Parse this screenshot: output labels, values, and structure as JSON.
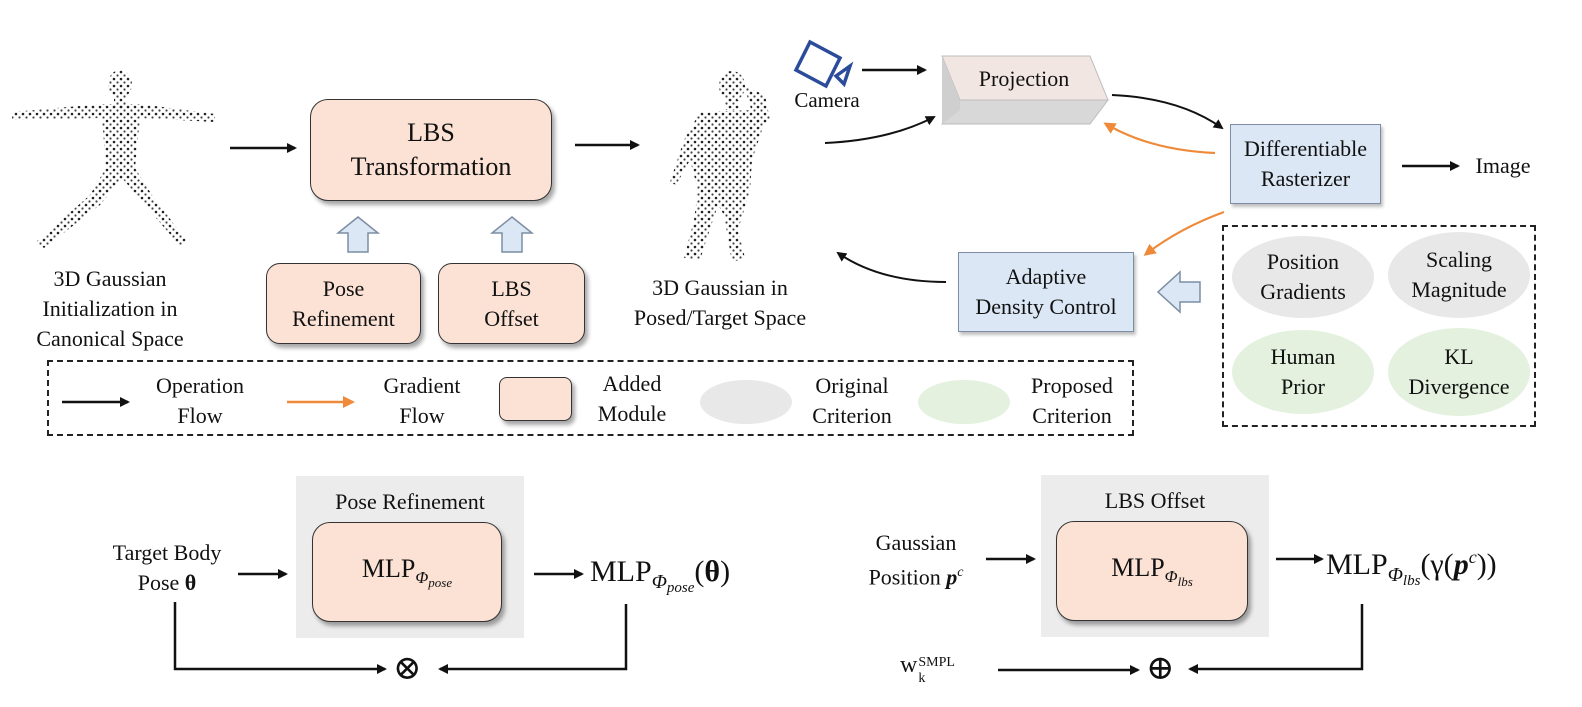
{
  "top": {
    "init_label": [
      "3D Gaussian",
      "Initialization in",
      "Canonical Space"
    ],
    "lbs_transform": [
      "LBS",
      "Transformation"
    ],
    "pose_refinement_box": [
      "Pose",
      "Refinement"
    ],
    "lbs_offset_box": [
      "LBS",
      "Offset"
    ],
    "posed_label": [
      "3D Gaussian in",
      "Posed/Target Space"
    ],
    "camera": "Camera",
    "projection": "Projection",
    "rasterizer": [
      "Differentiable",
      "Rasterizer"
    ],
    "image": "Image",
    "adc": [
      "Adaptive",
      "Density Control"
    ],
    "criteria": {
      "position_gradients": [
        "Position",
        "Gradients"
      ],
      "scaling_magnitude": [
        "Scaling",
        "Magnitude"
      ],
      "human_prior": [
        "Human",
        "Prior"
      ],
      "kl_divergence": [
        "KL",
        "Divergence"
      ]
    }
  },
  "legend": {
    "operation_flow": [
      "Operation",
      "Flow"
    ],
    "gradient_flow": [
      "Gradient",
      "Flow"
    ],
    "added_module": [
      "Added",
      "Module"
    ],
    "original_criterion": [
      "Original",
      "Criterion"
    ],
    "proposed_criterion": [
      "Proposed",
      "Criterion"
    ]
  },
  "bottom_left": {
    "panel_title": "Pose Refinement",
    "input": [
      "Target Body",
      "Pose"
    ],
    "theta": "θ",
    "mlp": "MLP",
    "phi": "Φ",
    "sub": "pose",
    "output_open": "(",
    "output_theta": "θ",
    "output_close": ")",
    "op": "⊗"
  },
  "bottom_right": {
    "panel_title": "LBS Offset",
    "input": [
      "Gaussian",
      "Position"
    ],
    "p": "p",
    "p_sup": "c",
    "mlp": "MLP",
    "phi": "Φ",
    "sub": "lbs",
    "gamma_open": "(γ(",
    "gamma_close": "))",
    "w": "w",
    "w_sub": "k",
    "w_sup": "SMPL",
    "op": "⊕"
  },
  "colors": {
    "module": "#fbe2d5",
    "blue_box": "#dbe7f5",
    "original_criterion": "#e8e8e8",
    "proposed_criterion": "#e3f1de",
    "gradient_arrow": "#ee8a3a",
    "operation_arrow": "#111111"
  }
}
